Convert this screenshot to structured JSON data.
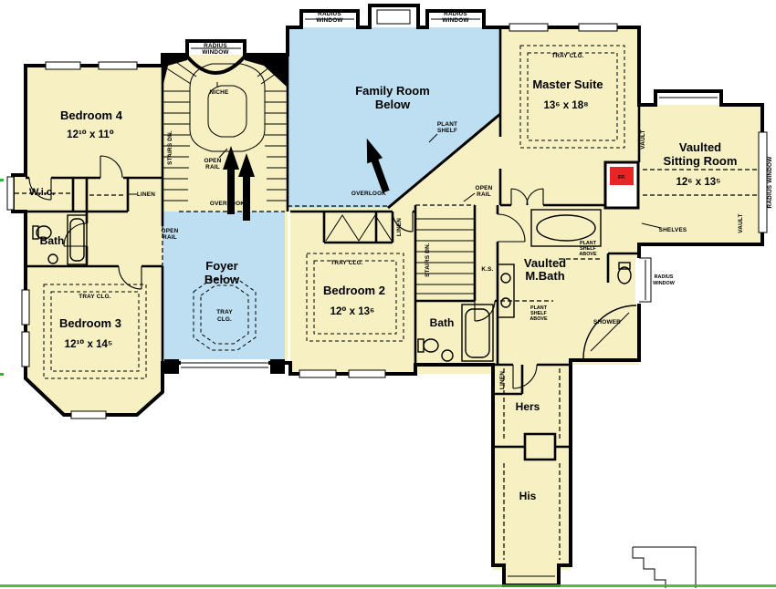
{
  "plan": {
    "rooms": {
      "bedroom4": {
        "name": "Bedroom 4",
        "dims": "12¹⁰ x 11⁰"
      },
      "bedroom3": {
        "name": "Bedroom 3",
        "dims": "12¹⁰ x 14⁵"
      },
      "bedroom2": {
        "name": "Bedroom 2",
        "dims": "12⁰ x 13⁶"
      },
      "master_suite": {
        "name": "Master Suite",
        "dims": "13⁶ x 18⁸"
      },
      "sitting_room": {
        "line1": "Vaulted",
        "line2": "Sitting Room",
        "dims": "12⁶ x 13⁵"
      },
      "family_room": {
        "line1": "Family Room",
        "line2": "Below"
      },
      "foyer": {
        "line1": "Foyer",
        "line2": "Below"
      },
      "master_bath": {
        "line1": "Vaulted",
        "line2": "M.Bath"
      },
      "wic": {
        "name": "W.i.c."
      },
      "bath_left": {
        "name": "Bath"
      },
      "bath_center": {
        "name": "Bath"
      },
      "hers_closet": {
        "name": "Hers"
      },
      "his_closet": {
        "name": "His"
      }
    },
    "annotations": {
      "radius": "RADIUS",
      "window": "WINDOW",
      "radius_window": "RADIUS WINDOW",
      "niche": "NICHE",
      "stairs_dn": "STAIRS DN.",
      "open": "OPEN",
      "rail": "RAIL",
      "overlook": "OVERLOOK",
      "plant": "PLANT",
      "shelf": "SHELF",
      "above": "ABOVE",
      "tray_clg": "TRAY CLG.",
      "tray": "TRAY",
      "clg": "CLG.",
      "linen": "LINEN",
      "vault": "VAULT",
      "shelves": "SHELVES",
      "shower": "SHOWER",
      "fp": "FP.",
      "ks": "K.S."
    },
    "colors": {
      "room_fill": "#f6f0c3",
      "open_below_fill": "#bedff1",
      "wall": "#000000",
      "fireplace_red": "#e82525",
      "scan_artifact_green": "#31b32f"
    }
  }
}
